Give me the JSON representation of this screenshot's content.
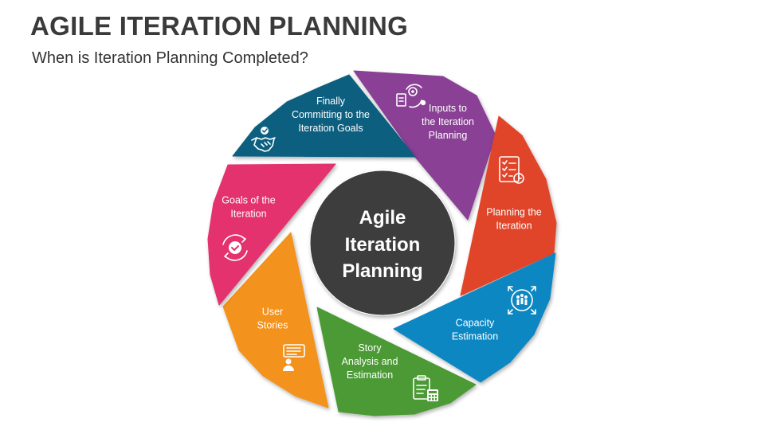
{
  "header": {
    "title": "AGILE ITERATION PLANNING",
    "subtitle": "When is Iteration Planning Completed?"
  },
  "center": {
    "lines": [
      "Agile",
      "Iteration",
      "Planning"
    ],
    "color": "#3d3d3d"
  },
  "segments": [
    {
      "id": "inputs",
      "lines": [
        "Inputs to",
        "the Iteration",
        "Planning"
      ],
      "color": "#8a3f95",
      "icon": "gear-document-icon"
    },
    {
      "id": "planning",
      "lines": [
        "Planning the",
        "Iteration"
      ],
      "color": "#e0452b",
      "icon": "checklist-clock-icon"
    },
    {
      "id": "capacity",
      "lines": [
        "Capacity",
        "Estimation"
      ],
      "color": "#0e87c2",
      "icon": "team-expand-icon"
    },
    {
      "id": "story-analysis",
      "lines": [
        "Story",
        "Analysis and",
        "Estimation"
      ],
      "color": "#4c9a34",
      "icon": "clipboard-calculator-icon"
    },
    {
      "id": "user-stories",
      "lines": [
        "User",
        "Stories"
      ],
      "color": "#f3921e",
      "icon": "user-chat-icon"
    },
    {
      "id": "goals",
      "lines": [
        "Goals of the",
        "Iteration"
      ],
      "color": "#e4316e",
      "icon": "target-cycle-icon"
    },
    {
      "id": "committing",
      "lines": [
        "Finally",
        "Committing to the",
        "Iteration Goals"
      ],
      "color": "#0c5f80",
      "icon": "handshake-check-icon"
    }
  ]
}
